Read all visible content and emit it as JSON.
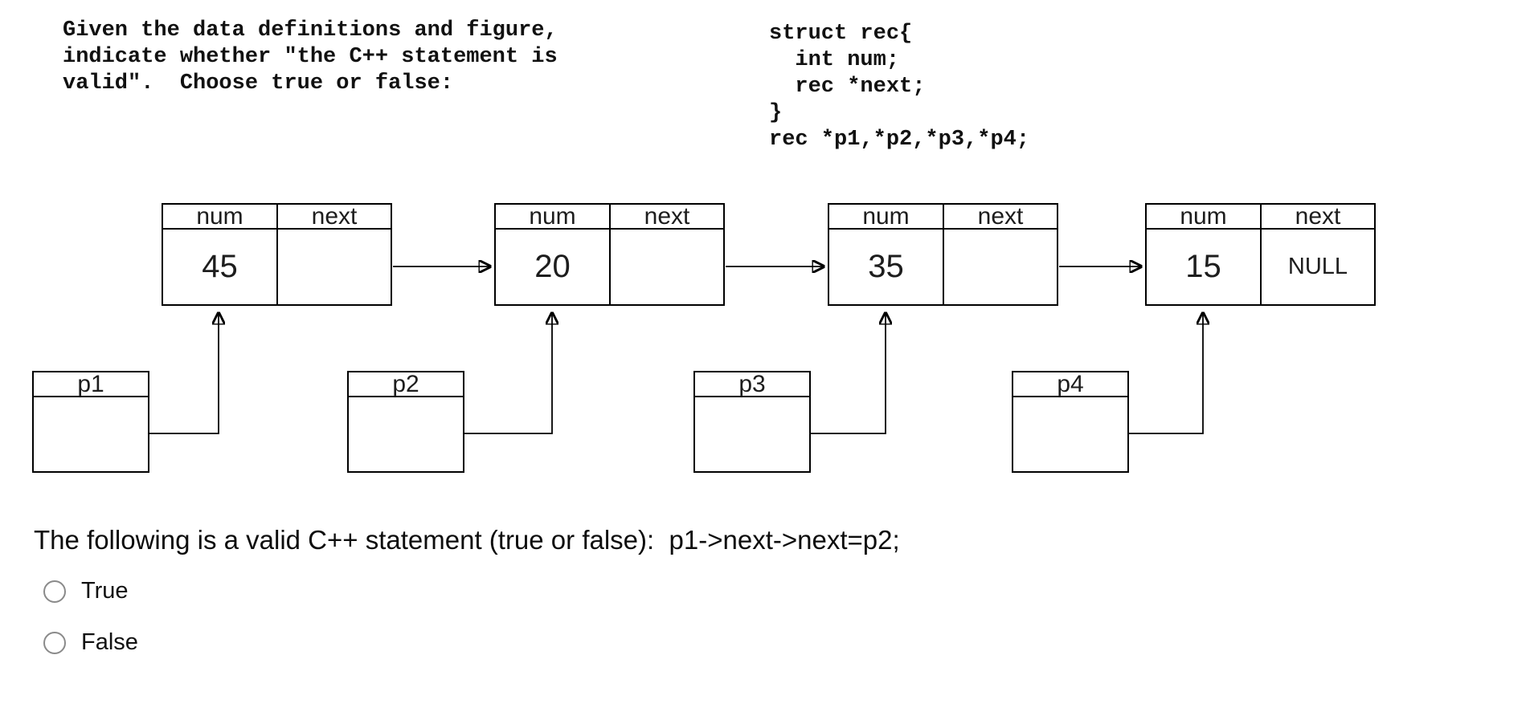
{
  "instructions": {
    "text": "Given the data definitions and figure,\nindicate whether \"the C++ statement is\nvalid\".  Choose true or false:"
  },
  "code": {
    "text": "struct rec{\n  int num;\n  rec *next;\n}\nrec *p1,*p2,*p3,*p4;"
  },
  "diagram": {
    "field_labels": [
      "num",
      "next"
    ],
    "nodes": [
      {
        "num": "45",
        "next": ""
      },
      {
        "num": "20",
        "next": ""
      },
      {
        "num": "35",
        "next": ""
      },
      {
        "num": "15",
        "next": "NULL"
      }
    ],
    "pointers": [
      {
        "label": "p1"
      },
      {
        "label": "p2"
      },
      {
        "label": "p3"
      },
      {
        "label": "p4"
      }
    ]
  },
  "question": {
    "text": "The following is a valid C++ statement (true or false):  p1->next->next=p2;"
  },
  "options": [
    {
      "label": "True"
    },
    {
      "label": "False"
    }
  ],
  "colors": {
    "background": "#ffffff",
    "text": "#000000",
    "line": "#000000",
    "radio_border": "#8a8a8a"
  }
}
